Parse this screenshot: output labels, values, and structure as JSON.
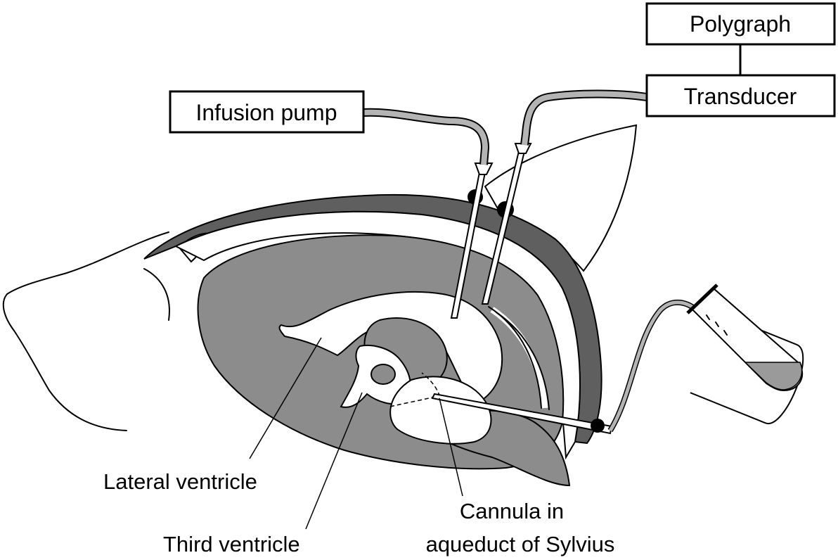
{
  "boxes": {
    "polygraph": "Polygraph",
    "transducer": "Transducer",
    "infusion_pump": "Infusion pump"
  },
  "labels": {
    "lateral_ventricle": "Lateral ventricle",
    "third_ventricle": "Third ventricle",
    "cannula_line1": "Cannula in",
    "cannula_line2": "aqueduct of Sylvius"
  },
  "colors": {
    "brain_tissue": "#8c8c8c",
    "skull": "#5f5f5f",
    "tubing": "#b4b4b4",
    "fluid": "#9a9a9a",
    "outline": "#000000"
  }
}
